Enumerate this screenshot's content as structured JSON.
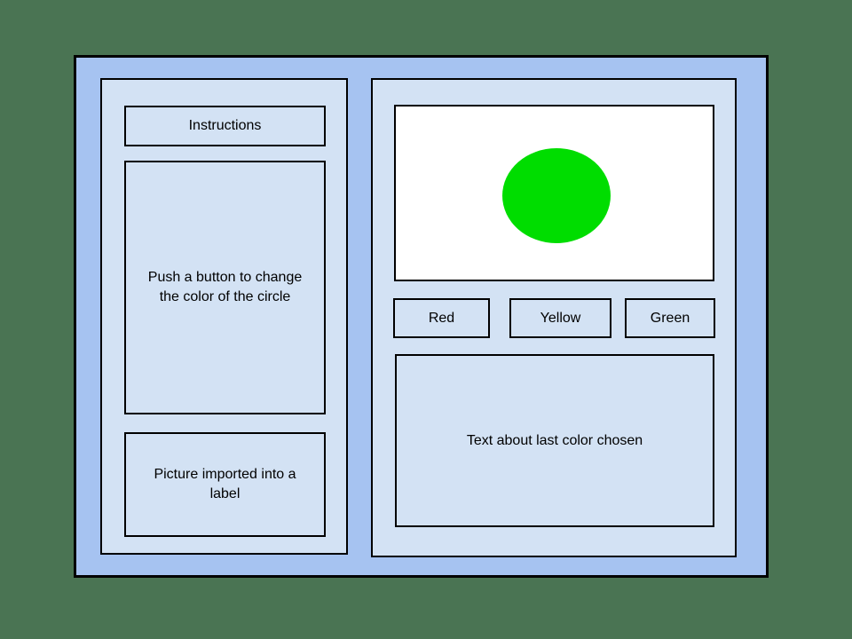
{
  "colors": {
    "background": "#4a7453",
    "window": "#a6c3f1",
    "panel": "#d3e2f4",
    "canvas": "#ffffff",
    "circle": "#00dd00",
    "border": "#000000",
    "text": "#000000"
  },
  "left_panel": {
    "instructions_label": "Instructions",
    "description_label": "Push a button to change\nthe color of the circle",
    "picture_label": "Picture imported into a\nlabel"
  },
  "right_panel": {
    "buttons": [
      {
        "label": "Red"
      },
      {
        "label": "Yellow"
      },
      {
        "label": "Green"
      }
    ],
    "status_label": "Text about last color chosen"
  }
}
